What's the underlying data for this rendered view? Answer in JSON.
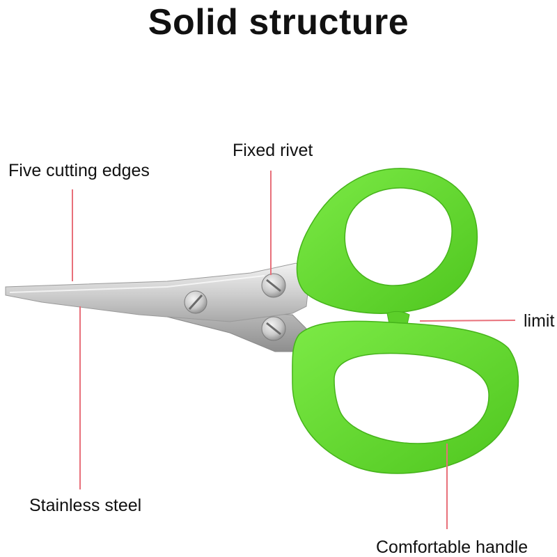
{
  "title": "Solid structure",
  "colors": {
    "handle": "#66dd33",
    "steel": "#d2d2d2",
    "leader_line": "#e8707a",
    "text": "#111111"
  },
  "labels": {
    "five_cutting_edges": "Five cutting edges",
    "fixed_rivet": "Fixed rivet",
    "limit": "limit",
    "stainless_steel": "Stainless steel",
    "comfortable_handle": "Comfortable handle"
  }
}
